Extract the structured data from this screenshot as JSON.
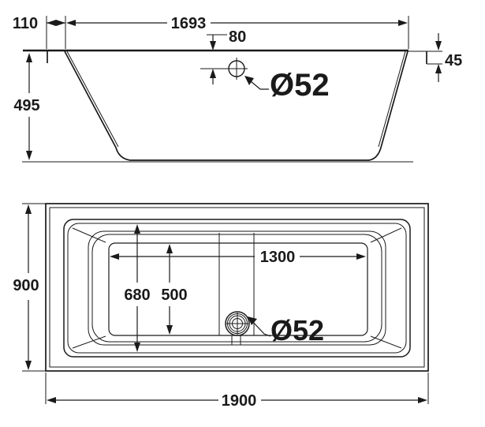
{
  "title": "Bathtub technical dimension drawing",
  "colors": {
    "background": "#ffffff",
    "line": "#1a1a1a"
  },
  "side_view": {
    "overhang_left": "110",
    "rim_length": "1693",
    "overflow_offset": "80",
    "rim_step": "45",
    "height": "495",
    "overflow_diameter": "Ø52"
  },
  "plan_view": {
    "overall_width": "900",
    "rim_opening_width": "680",
    "floor_width": "500",
    "floor_length": "1300",
    "overall_length": "1900",
    "drain_diameter": "Ø52"
  }
}
